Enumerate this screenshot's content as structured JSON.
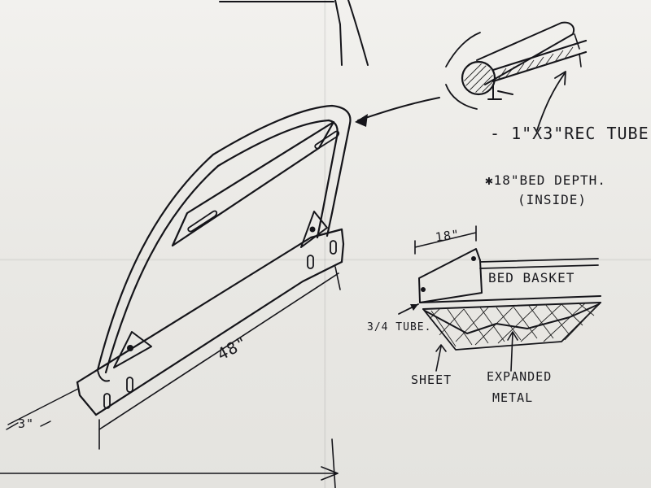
{
  "labels": {
    "length": "48\"",
    "offset": "3\"",
    "tube": "- 1\"X3\"REC TUBE",
    "bed_depth": "✱18\"BED DEPTH.",
    "inside": "(INSIDE)",
    "basket_width": "18\"",
    "bed_basket": "BED BASKET",
    "tube_size": "3/4 TUBE.",
    "sheet": "SHEET",
    "expanded": "EXPANDED",
    "metal": "METAL"
  }
}
